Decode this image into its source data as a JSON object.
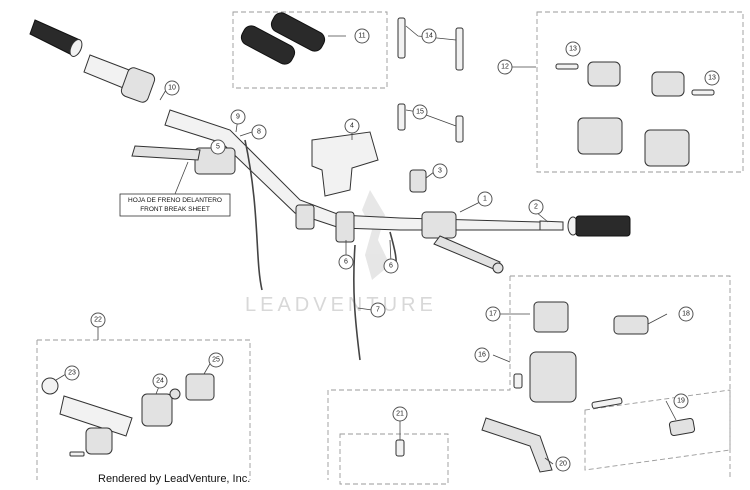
{
  "diagram": {
    "callouts": [
      "1",
      "2",
      "3",
      "4",
      "5",
      "6",
      "6",
      "7",
      "8",
      "9",
      "10",
      "11",
      "12",
      "13",
      "13",
      "14",
      "15",
      "16",
      "17",
      "18",
      "19",
      "20",
      "21",
      "22",
      "23",
      "24",
      "25"
    ],
    "note": {
      "line1": "HOJA DE FRENO DELANTERO",
      "line2": "FRONT BREAK SHEET"
    },
    "watermark": "LEADVENTURE",
    "credit": "Rendered by LeadVenture, Inc."
  }
}
